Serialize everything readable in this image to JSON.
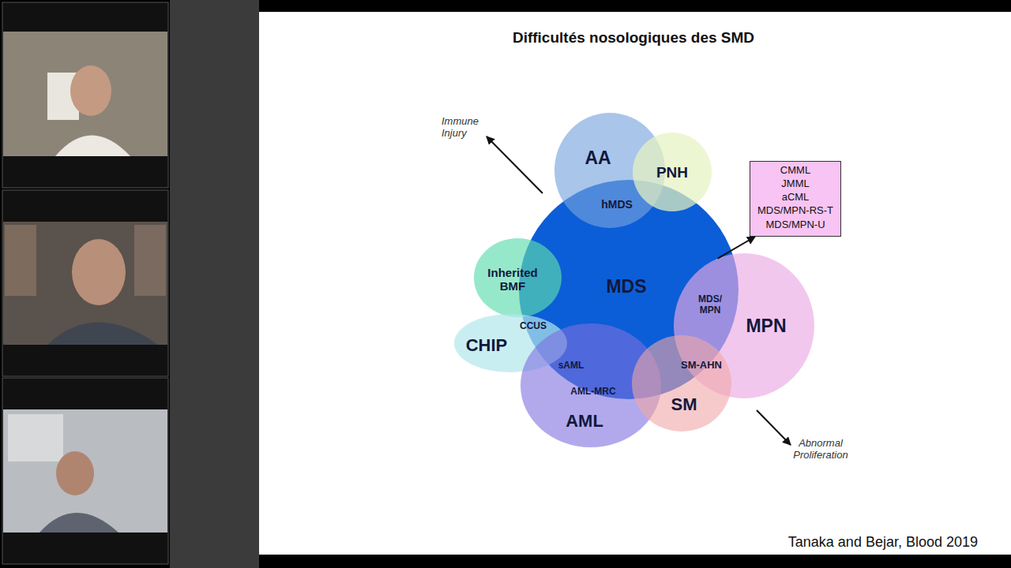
{
  "diagram": {
    "title": "Difficultés nosologiques des SMD",
    "caption": "Tanaka and Bejar, Blood 2019",
    "nodes": [
      {
        "text": [
          "AA"
        ]
      },
      {
        "text": [
          "PNH"
        ]
      },
      {
        "text": [
          "Inherited BMF"
        ]
      },
      {
        "text": [
          "MDS"
        ]
      },
      {
        "text": [
          "CMML",
          "JMML",
          "aCML",
          "MDS/MPN-RS-T",
          "MDS/MPN-U"
        ]
      },
      {
        "text": [
          "MPN"
        ]
      },
      {
        "text": [
          "CHIP"
        ]
      },
      {
        "text": [
          "AML"
        ]
      },
      {
        "text": [
          "SM"
        ]
      }
    ],
    "edges": [
      {
        "from": 5,
        "to": 4,
        "arrow": "to"
      }
    ],
    "labels": [
      "Immune Injury",
      "hMDS",
      "CCUS",
      "MDS/ MPN",
      "sAML",
      "AML-MRC",
      "SM-AHN",
      "Abnormal Proliferation"
    ]
  }
}
